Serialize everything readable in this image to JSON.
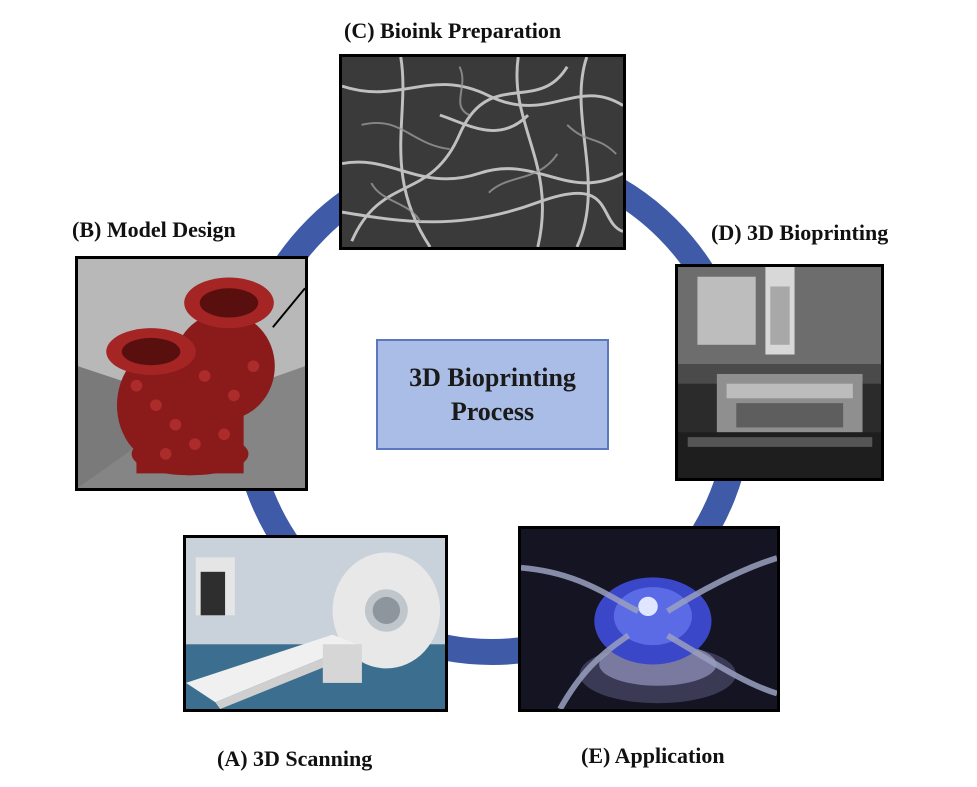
{
  "center": {
    "line1": "3D Bioprinting",
    "line2": "Process"
  },
  "steps": {
    "a": {
      "label": "(A) 3D Scanning",
      "image": "ct-scanner-room"
    },
    "b": {
      "label": "(B) Model Design",
      "image": "red-spheres-bifurcation-model"
    },
    "c": {
      "label": "(C) Bioink Preparation",
      "image": "fiber-network-micrograph"
    },
    "d": {
      "label": "(D) 3D Bioprinting",
      "image": "bioprinter-machine"
    },
    "e": {
      "label": "(E) Application",
      "image": "blue-illuminated-device"
    }
  },
  "colors": {
    "ring": "#3f5ba8",
    "center_fill": "#a9bde6",
    "center_border": "#5b77bf"
  }
}
